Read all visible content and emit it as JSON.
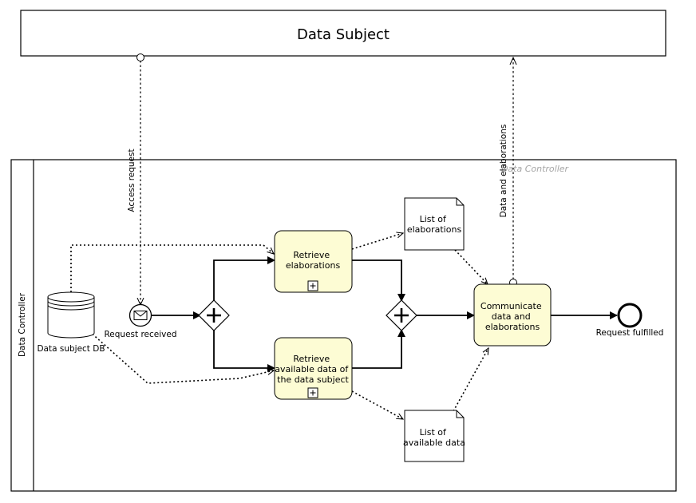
{
  "pools": {
    "top": {
      "title": "Data Subject"
    },
    "bottom": {
      "title": "Data Controller",
      "watermark": "Data Controller"
    }
  },
  "tasks": {
    "retrieve_elaborations": {
      "lines": [
        "Retrieve",
        "elaborations"
      ]
    },
    "retrieve_available": {
      "lines": [
        "Retrieve",
        "available data of",
        "the data subject"
      ]
    },
    "communicate": {
      "lines": [
        "Communicate",
        "data and",
        "elaborations"
      ]
    }
  },
  "data_objects": {
    "list_elaborations": {
      "lines": [
        "List of",
        "elaborations"
      ]
    },
    "list_available": {
      "lines": [
        "List of",
        "available data"
      ]
    }
  },
  "data_store": {
    "label": "Data subject DB"
  },
  "events": {
    "start": {
      "label": "Request received"
    },
    "end": {
      "label": "Request fulfilled"
    }
  },
  "messages": {
    "access_request": "Access request",
    "data_and_elaborations": "Data and elaborations"
  },
  "colors": {
    "task_fill": "#fdfcd4",
    "line": "#000000",
    "watermark": "#a6a6a6"
  }
}
